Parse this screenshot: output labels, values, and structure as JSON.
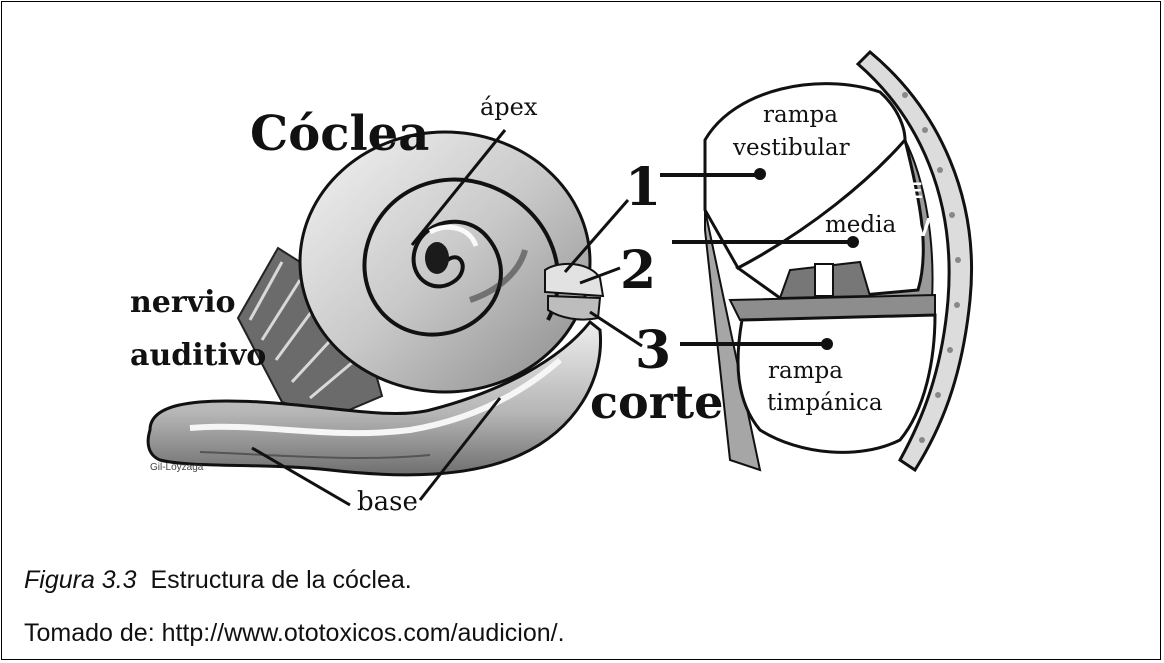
{
  "diagram": {
    "title": "Cóclea",
    "labels": {
      "apex": "ápex",
      "nerve_line1": "nervio",
      "nerve_line2": "auditivo",
      "base": "base",
      "section": "corte",
      "num1": "1",
      "num2": "2",
      "num3": "3",
      "vestibular_line1": "rampa",
      "vestibular_line2": "vestibular",
      "media": "media",
      "tympanic_line1": "rampa",
      "tympanic_line2": "timpánica",
      "ev_e": "E",
      "ev_v": "V",
      "signature": "Gil-Loyzaga"
    }
  },
  "caption": {
    "figure_label": "Figura 3.3",
    "text": "Estructura de la cóclea."
  },
  "credit": {
    "text": "Tomado de: http://www.ototoxicos.com/audicion/."
  }
}
